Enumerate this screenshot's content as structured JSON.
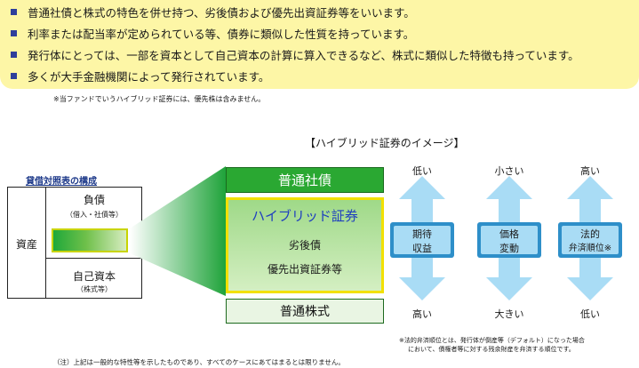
{
  "bullets": [
    "普通社債と株式の特色を併せ持つ、劣後債および優先出資証券等をいいます。",
    "利率または配当率が定められている等、債券に類似した性質を持っています。",
    "発行体にとっては、一部を資本として自己資本の計算に算入できるなど、株式に類似した特徴も持っています。",
    "多くが大手金融機関によって発行されています。"
  ],
  "bullet_note": "※当ファンドでいうハイブリッド証券には、優先株は含みません。",
  "image_title": "【ハイブリッド証券のイメージ】",
  "balance_sheet": {
    "title": "貸借対照表の構成",
    "liabilities": "負債",
    "liabilities_sub": "（借入・社債等）",
    "assets": "資産",
    "equity": "自己資本",
    "equity_sub": "（株式等）"
  },
  "stack": {
    "common_bond": "普通社債",
    "hybrid": "ハイブリッド証券",
    "sub_debt": "劣後債",
    "preferred": "優先出資証券等",
    "common_stock": "普通株式"
  },
  "arrows": [
    {
      "top": "低い",
      "middle": [
        "期待",
        "収益"
      ],
      "bottom": "高い"
    },
    {
      "top": "小さい",
      "middle": [
        "価格",
        "変動"
      ],
      "bottom": "大きい"
    },
    {
      "top": "高い",
      "middle": [
        "法的",
        "弁済順位※"
      ],
      "bottom": "低い"
    }
  ],
  "colors": {
    "highlight_bg": "#fdf6a6",
    "bullet": "#2e3f9b",
    "green": "#2aa832",
    "arrow_blue": "#a9dcf5",
    "hybrid_title": "#1f3fbf",
    "frame_yellow": "#f2e000"
  },
  "footnote_right_1": "※法的弁済順位とは、発行体が倒産等（デフォルト）になった場合",
  "footnote_right_2": "において、債権者等に対する残余財産を弁済する順位です。",
  "footnote_left": "（注）上記は一般的な特性等を示したものであり、すべてのケースにあてはまるとは限りません。"
}
